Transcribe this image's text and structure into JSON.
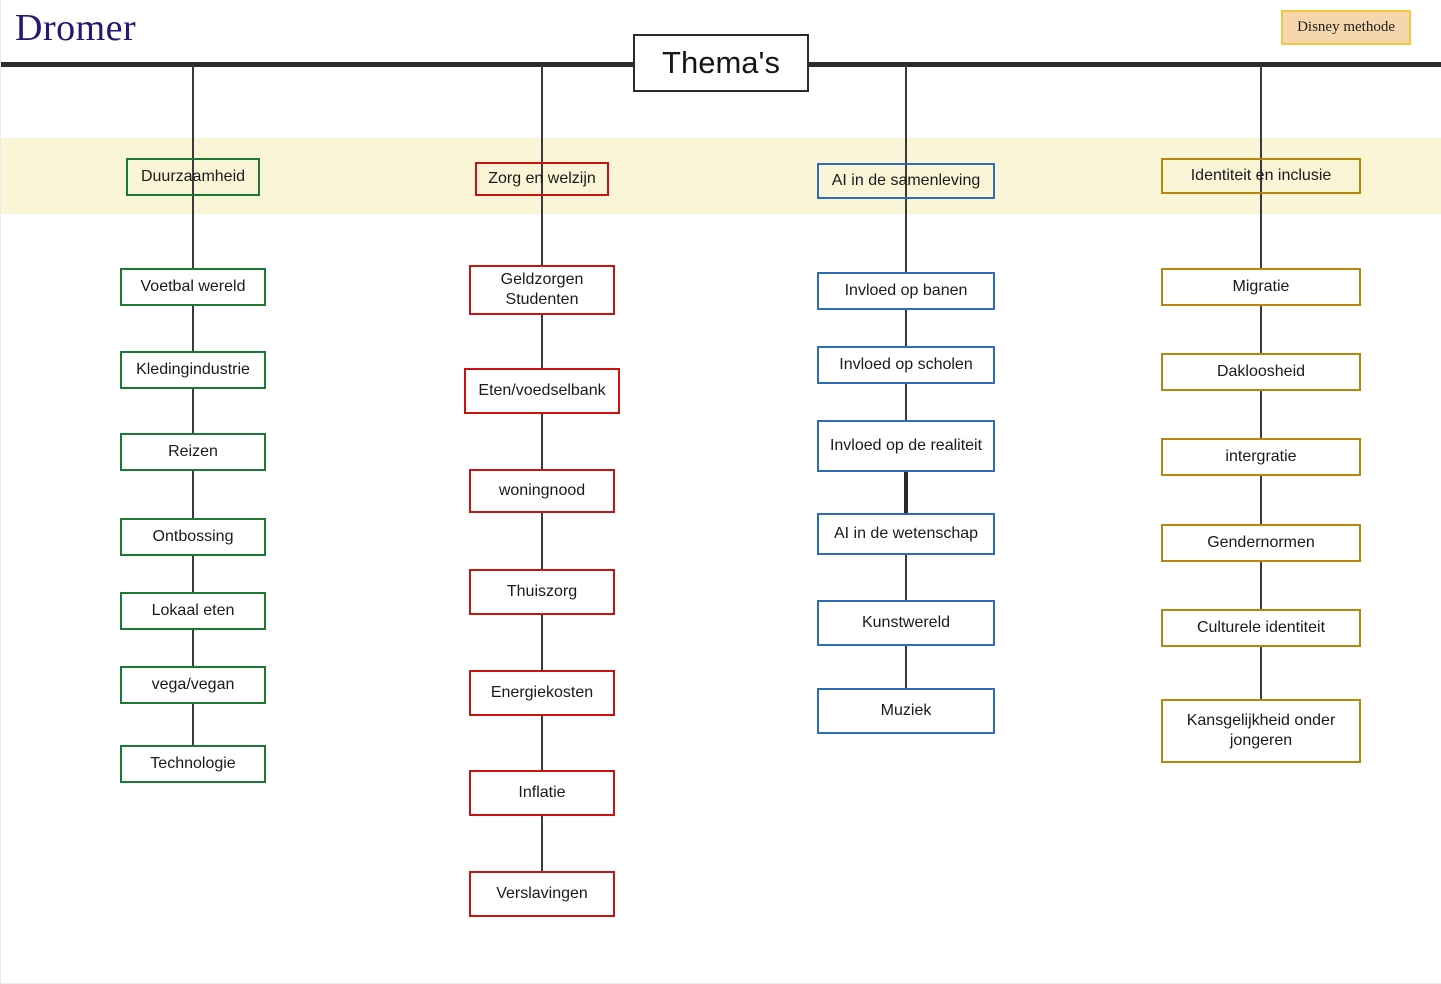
{
  "page": {
    "title": "Dromer",
    "badge": "Disney methode",
    "root": "Thema's"
  },
  "colors": {
    "title": "#201a70",
    "badge_bg": "#f6d7ad",
    "badge_border": "#f5c842",
    "trunk": "#2b2b2b",
    "band": "#faf5d7",
    "green": "#1a7a34",
    "red": "#cc1111",
    "blue": "#2e6bb8",
    "gold": "#b8860b"
  },
  "columns": [
    {
      "id": "duurzaamheid",
      "header": "Duurzaamheid",
      "color": "green",
      "items": [
        "Voetbal wereld",
        "Kledingindustrie",
        "Reizen",
        "Ontbossing",
        "Lokaal eten",
        "vega/vegan",
        "Technologie"
      ]
    },
    {
      "id": "zorg-en-welzijn",
      "header": "Zorg en welzijn",
      "color": "red",
      "items": [
        "Geldzorgen Studenten",
        "Eten/voedselbank",
        "woningnood",
        "Thuiszorg",
        "Energiekosten",
        "Inflatie",
        "Verslavingen"
      ]
    },
    {
      "id": "ai-in-de-samenleving",
      "header": "AI in de samenleving",
      "color": "blue",
      "items": [
        "Invloed op banen",
        "Invloed op scholen",
        "Invloed op de realiteit",
        "AI in de wetenschap",
        "Kunstwereld",
        "Muziek"
      ]
    },
    {
      "id": "identiteit-en-inclusie",
      "header": "Identiteit en inclusie",
      "color": "gold",
      "items": [
        "Migratie",
        "Dakloosheid",
        "intergratie",
        "Gendernormen",
        "Culturele identiteit",
        "Kansgelijkheid onder jongeren"
      ]
    }
  ]
}
